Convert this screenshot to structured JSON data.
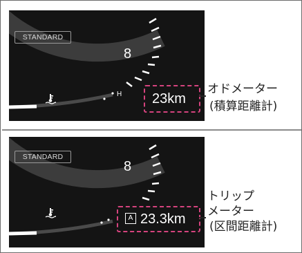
{
  "figure": {
    "top_panel": {
      "mode_label": "STANDARD",
      "speed_digit": "8",
      "h_label": "H",
      "display_value": "23km",
      "callout_lines": [
        "オドメーター",
        "(積算距離計)"
      ]
    },
    "bottom_panel": {
      "mode_label": "STANDARD",
      "speed_digit": "8",
      "trip_icon_label": "A",
      "display_value": "23.3km",
      "callout_lines": [
        "トリップ",
        "メーター",
        "(区間距離計)"
      ]
    },
    "colors": {
      "panel_background": "#141414",
      "highlight_dashed": "#d6437e",
      "arc_gray": "#3c3c3c",
      "text": "#222222"
    },
    "icons": [
      "coolant-temperature-icon",
      "trip-a-icon"
    ]
  }
}
